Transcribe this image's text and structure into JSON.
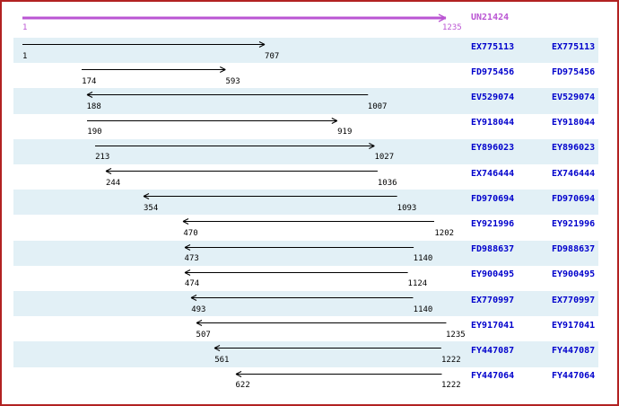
{
  "colors": {
    "border": "#b22222",
    "band": "#e2f0f6",
    "link": "#0000cc",
    "accent": "#ba55d3",
    "arrow": "#000000"
  },
  "reference": {
    "name": "UN21424",
    "start": "1",
    "end": "1235",
    "strand": "+"
  },
  "alignments": [
    {
      "id": "EX775113",
      "start": "1",
      "end": "707",
      "strand": "+"
    },
    {
      "id": "FD975456",
      "start": "174",
      "end": "593",
      "strand": "+"
    },
    {
      "id": "EV529074",
      "start": "188",
      "end": "1007",
      "strand": "-"
    },
    {
      "id": "EY918044",
      "start": "190",
      "end": "919",
      "strand": "+"
    },
    {
      "id": "EY896023",
      "start": "213",
      "end": "1027",
      "strand": "+"
    },
    {
      "id": "EX746444",
      "start": "244",
      "end": "1036",
      "strand": "-"
    },
    {
      "id": "FD970694",
      "start": "354",
      "end": "1093",
      "strand": "-"
    },
    {
      "id": "EY921996",
      "start": "470",
      "end": "1202",
      "strand": "-"
    },
    {
      "id": "FD988637",
      "start": "473",
      "end": "1140",
      "strand": "-"
    },
    {
      "id": "EY900495",
      "start": "474",
      "end": "1124",
      "strand": "-"
    },
    {
      "id": "EX770997",
      "start": "493",
      "end": "1140",
      "strand": "-"
    },
    {
      "id": "EY917041",
      "start": "507",
      "end": "1235",
      "strand": "-"
    },
    {
      "id": "FY447087",
      "start": "561",
      "end": "1222",
      "strand": "-"
    },
    {
      "id": "FY447064",
      "start": "622",
      "end": "1222",
      "strand": "-"
    }
  ]
}
